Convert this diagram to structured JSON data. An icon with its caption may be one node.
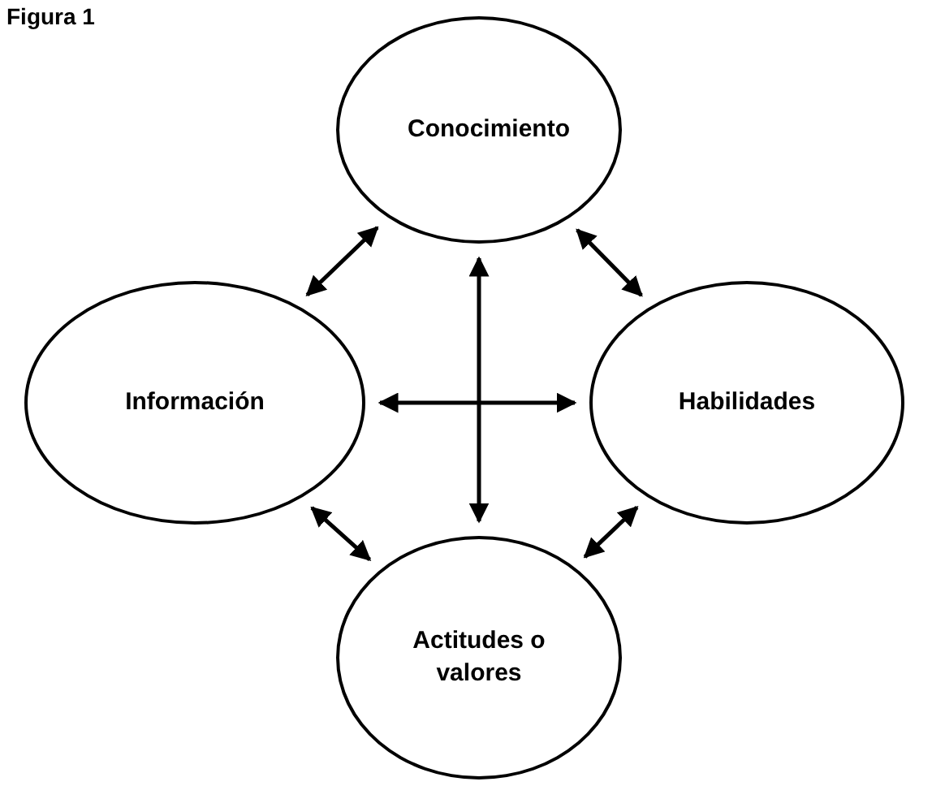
{
  "diagram": {
    "title": "Figura 1",
    "nodes": [
      {
        "text": [
          "Conocimiento"
        ]
      },
      {
        "text": [
          "Información"
        ]
      },
      {
        "text": [
          "Habilidades"
        ]
      },
      {
        "text": [
          "Actitudes o valores"
        ]
      }
    ],
    "edges": [
      {
        "from": 1,
        "to": 0,
        "arrow": "both"
      },
      {
        "from": 0,
        "to": 2,
        "arrow": "both"
      },
      {
        "from": 1,
        "to": 2,
        "arrow": "both"
      },
      {
        "from": 0,
        "to": 3,
        "arrow": "both"
      },
      {
        "from": 1,
        "to": 3,
        "arrow": "both"
      },
      {
        "from": 2,
        "to": 3,
        "arrow": "both"
      }
    ]
  }
}
